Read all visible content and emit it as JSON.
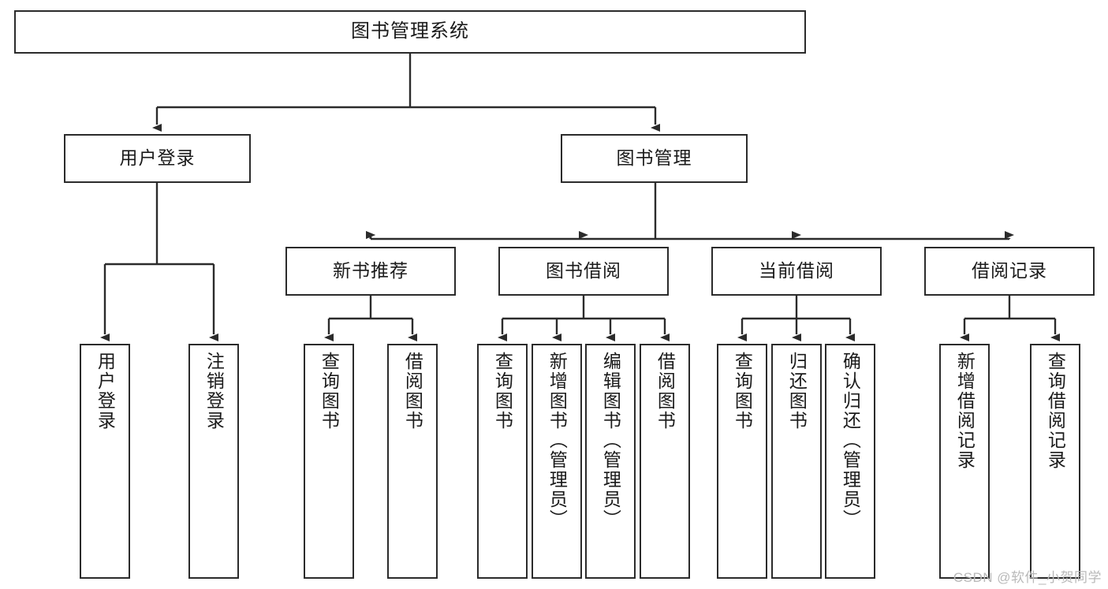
{
  "diagram": {
    "title": "图书管理系统",
    "type": "functional-decomposition-tree",
    "root": {
      "label": "图书管理系统"
    },
    "level2": [
      {
        "label": "用户登录"
      },
      {
        "label": "图书管理"
      }
    ],
    "level3": [
      {
        "label": "新书推荐"
      },
      {
        "label": "图书借阅"
      },
      {
        "label": "当前借阅"
      },
      {
        "label": "借阅记录"
      }
    ],
    "leaves": [
      {
        "label": "用户登录",
        "parent": "用户登录"
      },
      {
        "label": "注销登录",
        "parent": "用户登录"
      },
      {
        "label": "查询图书",
        "parent": "新书推荐"
      },
      {
        "label": "借阅图书",
        "parent": "新书推荐"
      },
      {
        "label": "查询图书",
        "parent": "图书借阅"
      },
      {
        "label": "新增图书（管理员）",
        "parent": "图书借阅"
      },
      {
        "label": "编辑图书（管理员）",
        "parent": "图书借阅"
      },
      {
        "label": "借阅图书",
        "parent": "图书借阅"
      },
      {
        "label": "查询图书",
        "parent": "当前借阅"
      },
      {
        "label": "归还图书",
        "parent": "当前借阅"
      },
      {
        "label": "确认归还（管理员）",
        "parent": "当前借阅"
      },
      {
        "label": "新增借阅记录",
        "parent": "借阅记录"
      },
      {
        "label": "查询借阅记录",
        "parent": "借阅记录"
      }
    ],
    "watermark": "CSDN @软件_小贺同学",
    "colors": {
      "stroke": "#2b2b2b",
      "background": "#ffffff",
      "text": "#1a1a1a",
      "watermark": "#b9b9b9"
    }
  }
}
